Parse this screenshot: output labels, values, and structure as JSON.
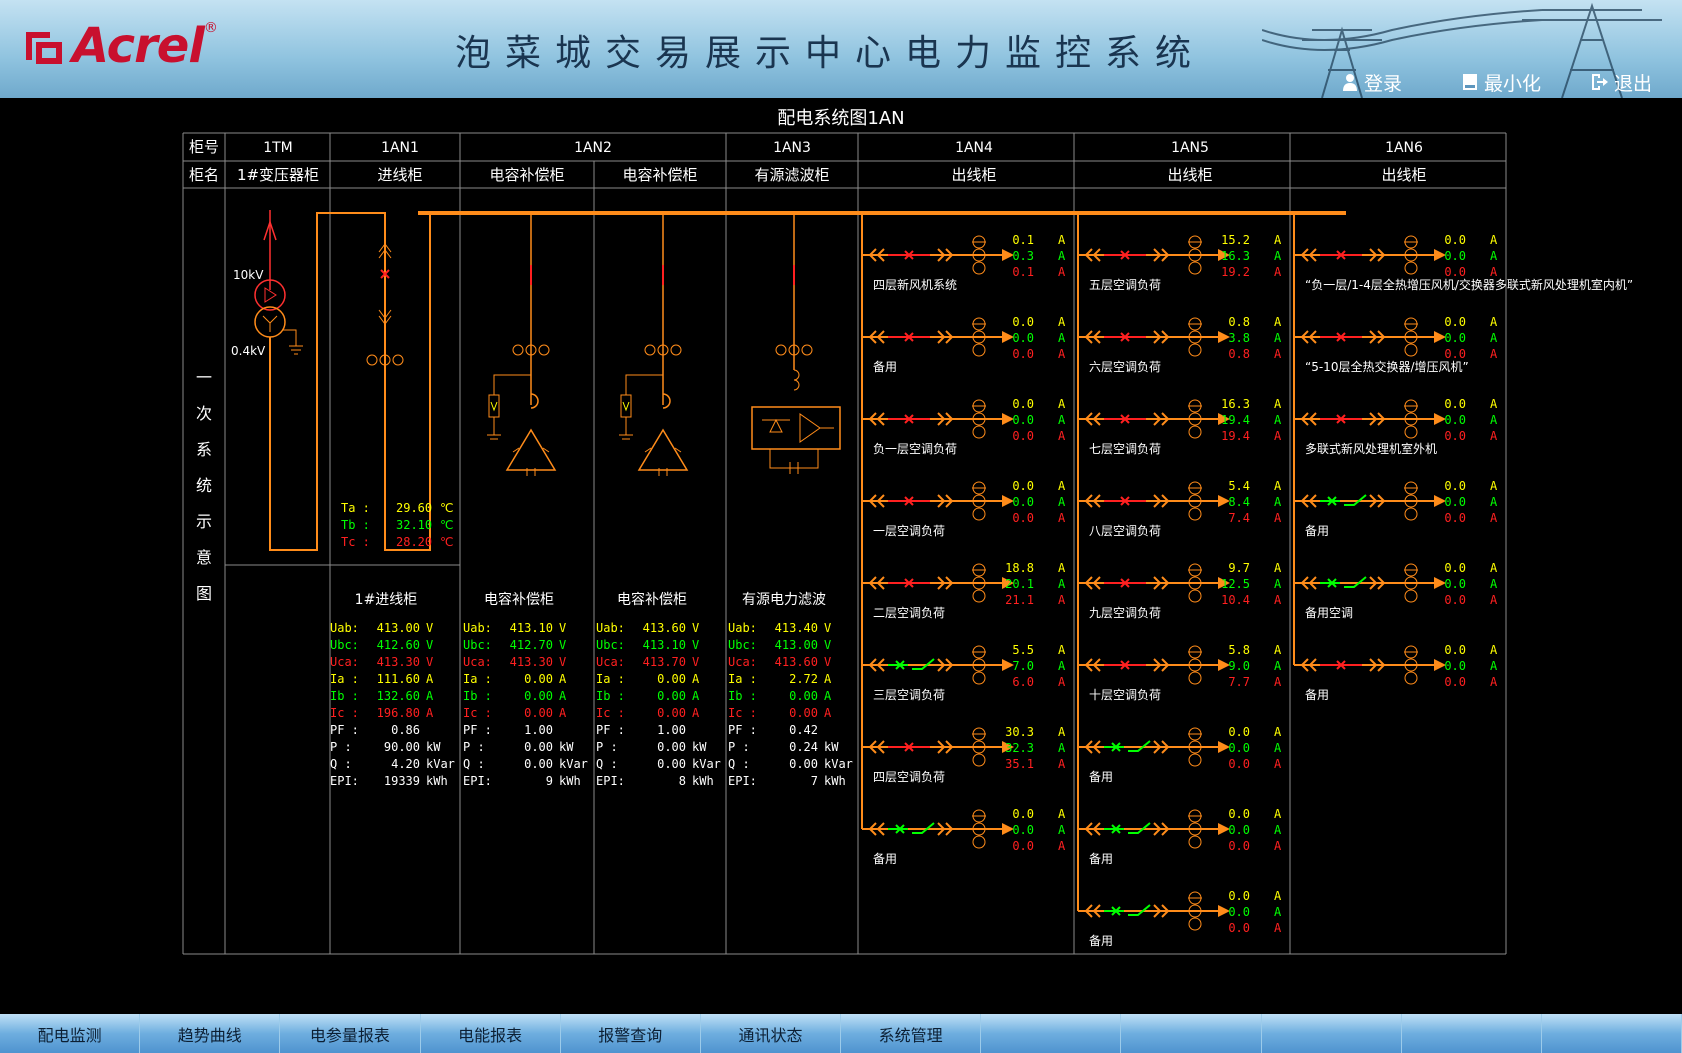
{
  "header": {
    "logo_text": "Acrel",
    "logo_reg": "®",
    "title": "泡菜城交易展示中心电力监控系统",
    "buttons": [
      {
        "label": "登录",
        "icon": "user-icon"
      },
      {
        "label": "最小化",
        "icon": "minimize-icon"
      },
      {
        "label": "退出",
        "icon": "exit-icon"
      }
    ]
  },
  "screen_title": "配电系统图1AN",
  "table": {
    "row_labels": {
      "number": "柜号",
      "name": "柜名"
    },
    "cabinet_numbers": [
      "1TM",
      "1AN1",
      "1AN2",
      "1AN3",
      "1AN4",
      "1AN5",
      "1AN6"
    ],
    "cabinet_names": [
      "1#变压器柜",
      "进线柜",
      "电容补偿柜",
      "电容补偿柜",
      "有源滤波柜",
      "出线柜",
      "出线柜",
      "出线柜"
    ],
    "side_label": [
      "一",
      "次",
      "系",
      "统",
      "示",
      "意",
      "图"
    ]
  },
  "transformer": {
    "hv": "10kV",
    "lv": "0.4kV"
  },
  "temperatures": [
    {
      "label": "Ta",
      "value": "29.60",
      "unit": "℃",
      "color": "#ffff00"
    },
    {
      "label": "Tb",
      "value": "32.10",
      "unit": "℃",
      "color": "#00ff00"
    },
    {
      "label": "Tc",
      "value": "28.20",
      "unit": "℃",
      "color": "#ff2020"
    }
  ],
  "meters": [
    {
      "title": "1#进线柜",
      "rows": [
        {
          "label": "Uab:",
          "value": "413.00",
          "unit": "V",
          "color": "#ffff00"
        },
        {
          "label": "Ubc:",
          "value": "412.60",
          "unit": "V",
          "color": "#00ff00"
        },
        {
          "label": "Uca:",
          "value": "413.30",
          "unit": "V",
          "color": "#ff2020"
        },
        {
          "label": "Ia :",
          "value": "111.60",
          "unit": "A",
          "color": "#ffff00"
        },
        {
          "label": "Ib :",
          "value": "132.60",
          "unit": "A",
          "color": "#00ff00"
        },
        {
          "label": "Ic :",
          "value": "196.80",
          "unit": "A",
          "color": "#ff2020"
        },
        {
          "label": "PF :",
          "value": "0.86",
          "unit": "",
          "color": "#ffffff"
        },
        {
          "label": "P  :",
          "value": "90.00",
          "unit": "kW",
          "color": "#ffffff"
        },
        {
          "label": "Q  :",
          "value": "4.20",
          "unit": "kVar",
          "color": "#ffffff"
        },
        {
          "label": "EPI:",
          "value": "19339",
          "unit": "kWh",
          "color": "#ffffff"
        }
      ]
    },
    {
      "title": "电容补偿柜",
      "rows": [
        {
          "label": "Uab:",
          "value": "413.10",
          "unit": "V",
          "color": "#ffff00"
        },
        {
          "label": "Ubc:",
          "value": "412.70",
          "unit": "V",
          "color": "#00ff00"
        },
        {
          "label": "Uca:",
          "value": "413.30",
          "unit": "V",
          "color": "#ff2020"
        },
        {
          "label": "Ia :",
          "value": "0.00",
          "unit": "A",
          "color": "#ffff00"
        },
        {
          "label": "Ib :",
          "value": "0.00",
          "unit": "A",
          "color": "#00ff00"
        },
        {
          "label": "Ic :",
          "value": "0.00",
          "unit": "A",
          "color": "#ff2020"
        },
        {
          "label": "PF :",
          "value": "1.00",
          "unit": "",
          "color": "#ffffff"
        },
        {
          "label": "P  :",
          "value": "0.00",
          "unit": "kW",
          "color": "#ffffff"
        },
        {
          "label": "Q  :",
          "value": "0.00",
          "unit": "kVar",
          "color": "#ffffff"
        },
        {
          "label": "EPI:",
          "value": "9",
          "unit": "kWh",
          "color": "#ffffff"
        }
      ]
    },
    {
      "title": "电容补偿柜",
      "rows": [
        {
          "label": "Uab:",
          "value": "413.60",
          "unit": "V",
          "color": "#ffff00"
        },
        {
          "label": "Ubc:",
          "value": "413.10",
          "unit": "V",
          "color": "#00ff00"
        },
        {
          "label": "Uca:",
          "value": "413.70",
          "unit": "V",
          "color": "#ff2020"
        },
        {
          "label": "Ia :",
          "value": "0.00",
          "unit": "A",
          "color": "#ffff00"
        },
        {
          "label": "Ib :",
          "value": "0.00",
          "unit": "A",
          "color": "#00ff00"
        },
        {
          "label": "Ic :",
          "value": "0.00",
          "unit": "A",
          "color": "#ff2020"
        },
        {
          "label": "PF :",
          "value": "1.00",
          "unit": "",
          "color": "#ffffff"
        },
        {
          "label": "P  :",
          "value": "0.00",
          "unit": "kW",
          "color": "#ffffff"
        },
        {
          "label": "Q  :",
          "value": "0.00",
          "unit": "kVar",
          "color": "#ffffff"
        },
        {
          "label": "EPI:",
          "value": "8",
          "unit": "kWh",
          "color": "#ffffff"
        }
      ]
    },
    {
      "title": "有源电力滤波",
      "rows": [
        {
          "label": "Uab:",
          "value": "413.40",
          "unit": "V",
          "color": "#ffff00"
        },
        {
          "label": "Ubc:",
          "value": "413.00",
          "unit": "V",
          "color": "#00ff00"
        },
        {
          "label": "Uca:",
          "value": "413.60",
          "unit": "V",
          "color": "#ff2020"
        },
        {
          "label": "Ia :",
          "value": "2.72",
          "unit": "A",
          "color": "#ffff00"
        },
        {
          "label": "Ib :",
          "value": "0.00",
          "unit": "A",
          "color": "#00ff00"
        },
        {
          "label": "Ic :",
          "value": "0.00",
          "unit": "A",
          "color": "#ff2020"
        },
        {
          "label": "PF :",
          "value": "0.42",
          "unit": "",
          "color": "#ffffff"
        },
        {
          "label": "P  :",
          "value": "0.24",
          "unit": "kW",
          "color": "#ffffff"
        },
        {
          "label": "Q  :",
          "value": "0.00",
          "unit": "kVar",
          "color": "#ffffff"
        },
        {
          "label": "EPI:",
          "value": "7",
          "unit": "kWh",
          "color": "#ffffff"
        }
      ]
    }
  ],
  "feeder_columns": [
    {
      "feeders": [
        {
          "name": "四层新风机系统",
          "state": "closed",
          "ia": "0.1",
          "ib": "0.3",
          "ic": "0.1"
        },
        {
          "name": "备用",
          "state": "closed",
          "ia": "0.0",
          "ib": "0.0",
          "ic": "0.0"
        },
        {
          "name": "负一层空调负荷",
          "state": "closed",
          "ia": "0.0",
          "ib": "0.0",
          "ic": "0.0"
        },
        {
          "name": "一层空调负荷",
          "state": "closed",
          "ia": "0.0",
          "ib": "0.0",
          "ic": "0.0"
        },
        {
          "name": "二层空调负荷",
          "state": "closed",
          "ia": "18.8",
          "ib": "20.1",
          "ic": "21.1"
        },
        {
          "name": "三层空调负荷",
          "state": "open",
          "ia": "5.5",
          "ib": "7.0",
          "ic": "6.0"
        },
        {
          "name": "四层空调负荷",
          "state": "closed",
          "ia": "30.3",
          "ib": "32.3",
          "ic": "35.1"
        },
        {
          "name": "备用",
          "state": "open",
          "ia": "0.0",
          "ib": "0.0",
          "ic": "0.0"
        }
      ]
    },
    {
      "feeders": [
        {
          "name": "五层空调负荷",
          "state": "closed",
          "ia": "15.2",
          "ib": "16.3",
          "ic": "19.2"
        },
        {
          "name": "六层空调负荷",
          "state": "closed",
          "ia": "0.8",
          "ib": "3.8",
          "ic": "0.8"
        },
        {
          "name": "七层空调负荷",
          "state": "closed",
          "ia": "16.3",
          "ib": "19.4",
          "ic": "19.4"
        },
        {
          "name": "八层空调负荷",
          "state": "closed",
          "ia": "5.4",
          "ib": "8.4",
          "ic": "7.4"
        },
        {
          "name": "九层空调负荷",
          "state": "closed",
          "ia": "9.7",
          "ib": "12.5",
          "ic": "10.4"
        },
        {
          "name": "十层空调负荷",
          "state": "closed",
          "ia": "5.8",
          "ib": "9.0",
          "ic": "7.7"
        },
        {
          "name": "备用",
          "state": "open",
          "ia": "0.0",
          "ib": "0.0",
          "ic": "0.0"
        },
        {
          "name": "备用",
          "state": "open",
          "ia": "0.0",
          "ib": "0.0",
          "ic": "0.0"
        },
        {
          "name": "备用",
          "state": "open",
          "ia": "0.0",
          "ib": "0.0",
          "ic": "0.0"
        }
      ]
    },
    {
      "feeders": [
        {
          "name": "“负一层/1-4层全热增压风机/交换器多联式新风处理机室内机”",
          "state": "closed",
          "ia": "0.0",
          "ib": "0.0",
          "ic": "0.0"
        },
        {
          "name": "“5-10层全热交换器/增压风机”",
          "state": "closed",
          "ia": "0.0",
          "ib": "0.0",
          "ic": "0.0"
        },
        {
          "name": "多联式新风处理机室外机",
          "state": "closed",
          "ia": "0.0",
          "ib": "0.0",
          "ic": "0.0"
        },
        {
          "name": "备用",
          "state": "open",
          "ia": "0.0",
          "ib": "0.0",
          "ic": "0.0"
        },
        {
          "name": "备用空调",
          "state": "open",
          "ia": "0.0",
          "ib": "0.0",
          "ic": "0.0"
        },
        {
          "name": "备用",
          "state": "closed",
          "ia": "0.0",
          "ib": "0.0",
          "ic": "0.0"
        }
      ]
    }
  ],
  "current_unit": "A",
  "nav": [
    "配电监测",
    "趋势曲线",
    "电参量报表",
    "电能报表",
    "报警查询",
    "通讯状态",
    "系统管理",
    "",
    "",
    "",
    "",
    ""
  ]
}
